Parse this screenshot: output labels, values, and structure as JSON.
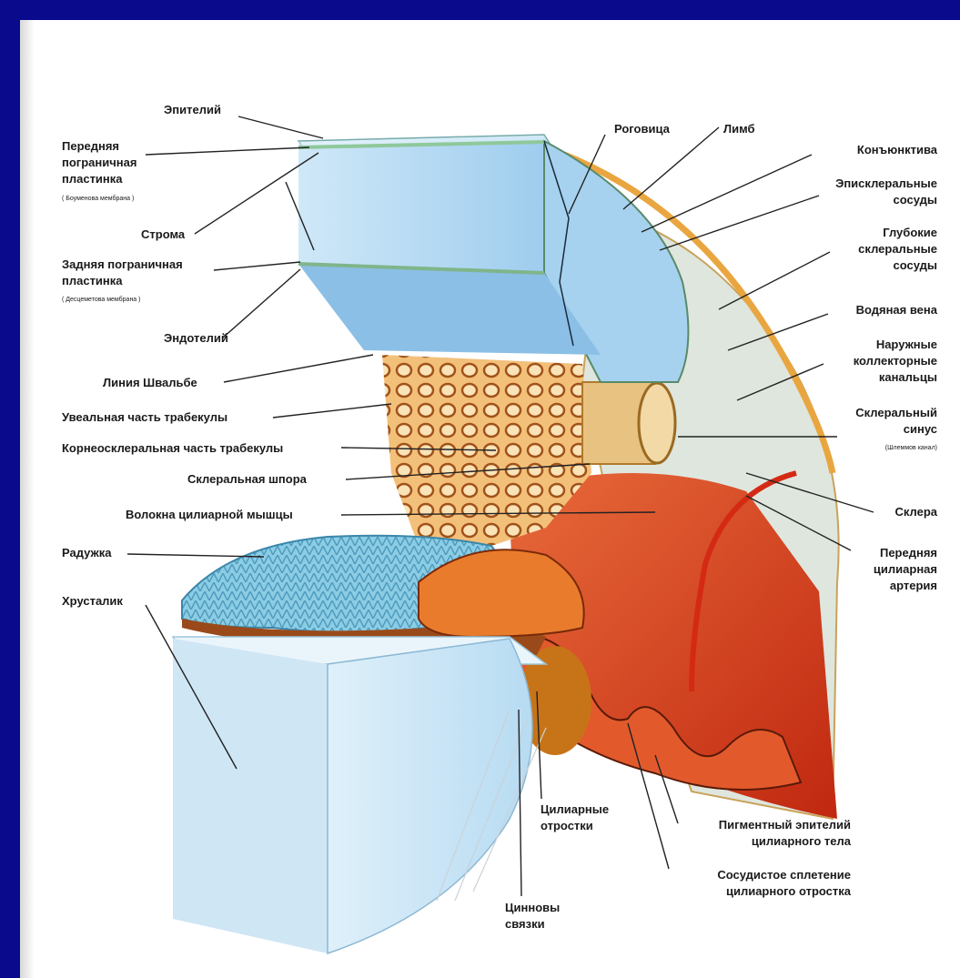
{
  "colors": {
    "border": "#0a0a8c",
    "background": "#ffffff",
    "cornea": "#bfe0f5",
    "iris": "#8fd0e8",
    "trabecula": "#f0b060",
    "muscle": "#d8401c",
    "sclera": "#d9e3dc"
  },
  "labels": {
    "epithelium": "Эпителий",
    "ant_limiting_1": "Передняя",
    "ant_limiting_2": "пограничная",
    "ant_limiting_3": "пластинка",
    "ant_limiting_note": "( Боуменова мембрана )",
    "stroma": "Строма",
    "post_limiting_1": "Задняя пограничная",
    "post_limiting_2": "пластинка",
    "post_limiting_note": "( Десцеметова мембрана )",
    "endothelium": "Эндотелий",
    "schwalbe": "Линия Швальбе",
    "uveal_trab": "Увеальная часть трабекулы",
    "corneoscleral_trab": "Корнеосклеральная часть трабекулы",
    "scleral_spur": "Склеральная шпора",
    "ciliary_fibers": "Волокна цилиарной мышцы",
    "iris": "Радужка",
    "lens": "Хрусталик",
    "cornea": "Роговица",
    "limbus": "Лимб",
    "conjunctiva": "Конъюнктива",
    "episcleral_1": "Эписклеральные",
    "episcleral_2": "сосуды",
    "deep_scleral_1": "Глубокие",
    "deep_scleral_2": "склеральные",
    "deep_scleral_3": "сосуды",
    "aqueous_vein": "Водяная вена",
    "ext_coll_1": "Наружные",
    "ext_coll_2": "коллекторные",
    "ext_coll_3": "канальцы",
    "scleral_sinus_1": "Склеральный",
    "scleral_sinus_2": "синус",
    "scleral_sinus_note": "(Шлеммов канал)",
    "sclera": "Склера",
    "ant_ciliary_1": "Передняя",
    "ant_ciliary_2": "цилиарная",
    "ant_ciliary_3": "артерия",
    "ciliary_proc_1": "Цилиарные",
    "ciliary_proc_2": "отростки",
    "zonule_1": "Цинновы",
    "zonule_2": "связки",
    "pigment_1": "Пигментный эпителий",
    "pigment_2": "цилиарного тела",
    "plexus_1": "Сосудистое сплетение",
    "plexus_2": "цилиарного отростка"
  }
}
